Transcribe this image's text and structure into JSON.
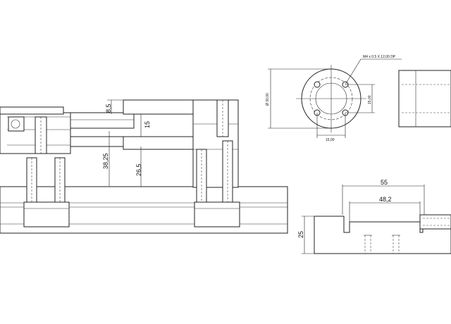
{
  "dimensions": {
    "gap_small": "8,5",
    "gap_15": "15",
    "height_38": "38,25",
    "height_26": "26,5",
    "width_55": "55",
    "width_48": "48,2",
    "height_25": "25"
  },
  "callouts": {
    "thread": "M4 x 0.5 X 12,00 DP",
    "diameter": "Ø 30,00",
    "bore_h": "15,00",
    "bore_w": "15,00"
  }
}
